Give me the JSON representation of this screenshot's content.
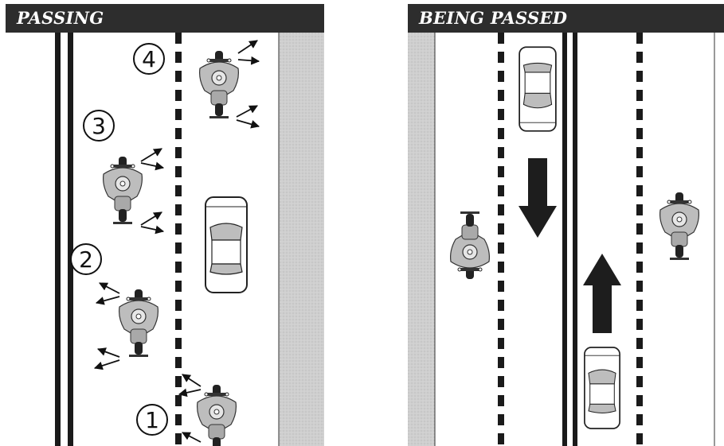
{
  "panels": {
    "passing": {
      "title": "PASSING",
      "steps": [
        "1",
        "2",
        "3",
        "4"
      ]
    },
    "being_passed": {
      "title": "BEING PASSED"
    }
  },
  "colors": {
    "header_bg": "#2d2d2d",
    "lane_marking": "#1a1a1a",
    "shoulder": "#cfcfcf",
    "vehicle_fill": "#bdbdbd"
  },
  "icons": [
    "motorcycle-icon",
    "car-icon",
    "arrow-icon"
  ]
}
